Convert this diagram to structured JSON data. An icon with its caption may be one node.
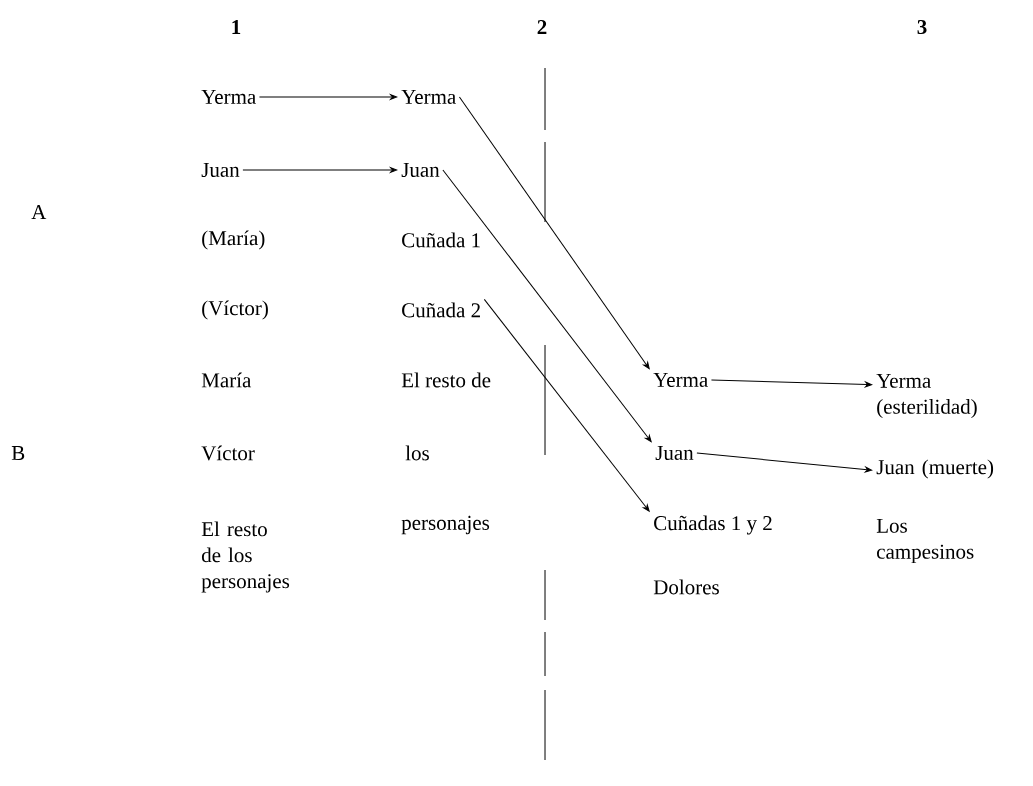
{
  "diagram": {
    "nodes": [
      {
        "text": [
          "Yerma"
        ]
      },
      {
        "text": [
          "Yerma"
        ]
      },
      {
        "text": [
          "Juan"
        ]
      },
      {
        "text": [
          "Juan"
        ]
      },
      {
        "text": [
          "Cuñada 2"
        ]
      },
      {
        "text": [
          "Yerma"
        ]
      },
      {
        "text": [
          "Yerma (esterilidad)"
        ]
      },
      {
        "text": [
          "Juan"
        ]
      },
      {
        "text": [
          "Juan (muerte)"
        ]
      },
      {
        "text": [
          "Cuñadas 1 y 2"
        ]
      }
    ],
    "edges": [
      {
        "from": 0,
        "to": 1,
        "arrow": "to"
      },
      {
        "from": 2,
        "to": 3,
        "arrow": "to"
      },
      {
        "from": 1,
        "to": 5,
        "arrow": "to"
      },
      {
        "from": 3,
        "to": 7,
        "arrow": "to"
      },
      {
        "from": 4,
        "to": 9,
        "arrow": "to"
      },
      {
        "from": 5,
        "to": 6,
        "arrow": "to"
      },
      {
        "from": 7,
        "to": 8,
        "arrow": "to"
      }
    ],
    "labels": [
      "1",
      "2",
      "3",
      "A",
      "(María)",
      "Cuñada 1",
      "(Víctor)",
      "María",
      "El resto de",
      "B",
      "Víctor",
      "los",
      "El resto de los personajes",
      "personajes",
      "Los campesinos",
      "Dolores"
    ]
  }
}
